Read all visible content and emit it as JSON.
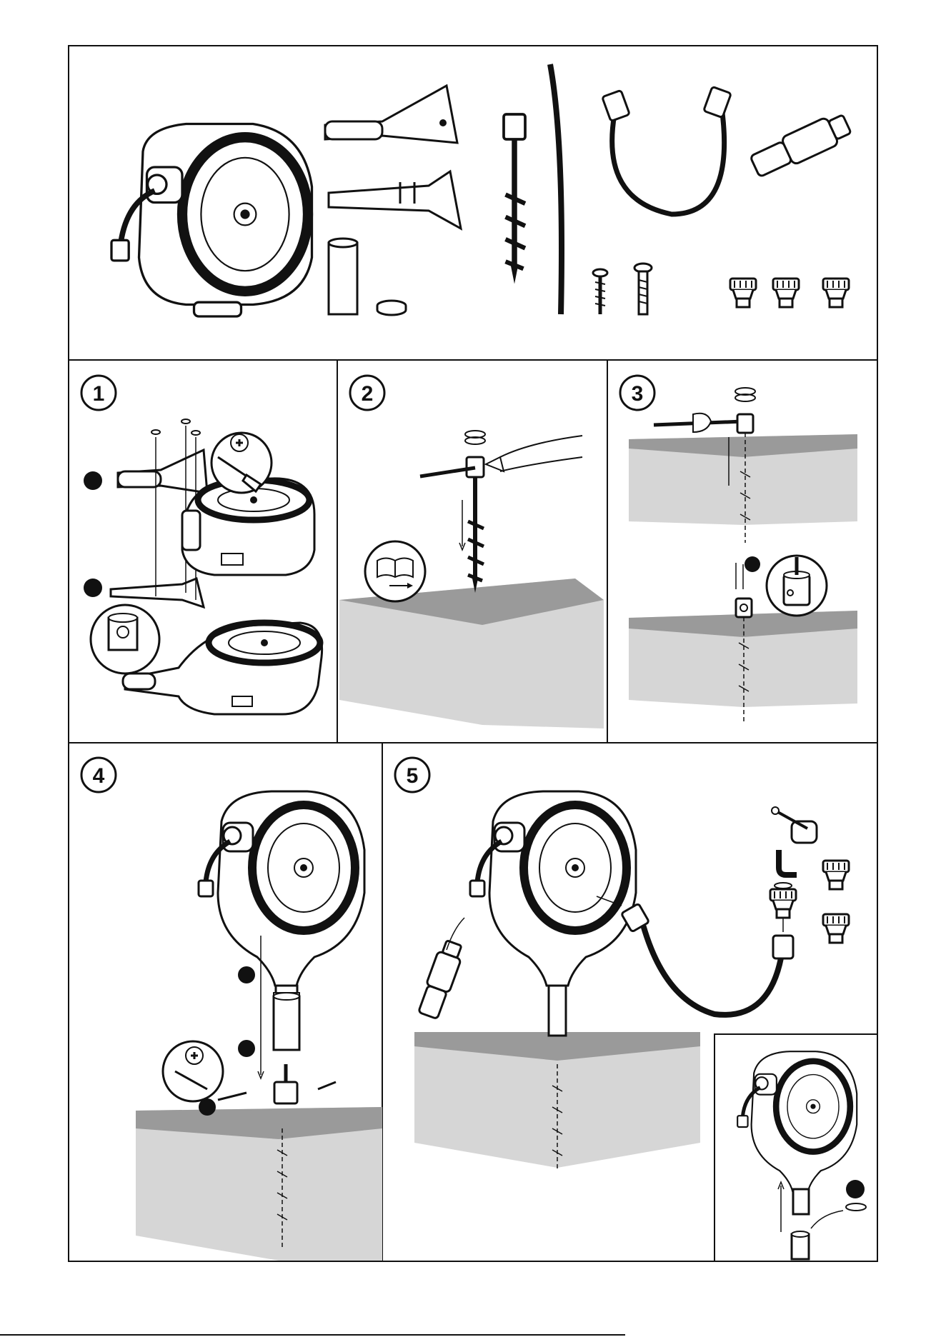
{
  "sheet": {
    "parts_panel": {
      "parts": [
        {
          "icon": "hose-reel-unit-icon"
        },
        {
          "icon": "handle-bracket-front-icon"
        },
        {
          "icon": "handle-bracket-back-icon"
        },
        {
          "icon": "tube-sleeve-icon"
        },
        {
          "icon": "cap-disc-icon"
        },
        {
          "icon": "ground-spike-icon"
        },
        {
          "icon": "tommy-bar-icon"
        },
        {
          "icon": "connecting-hose-icon"
        },
        {
          "icon": "spray-nozzle-icon"
        },
        {
          "icon": "wood-screw-icon"
        },
        {
          "icon": "machine-screw-icon"
        },
        {
          "icon": "tap-adapter-icon"
        }
      ]
    },
    "steps": [
      {
        "number": "1",
        "caption_icon": "mount-bracket-illustration"
      },
      {
        "number": "2",
        "caption_icon": "insert-spike-illustration"
      },
      {
        "number": "3",
        "caption_icon": "screw-spike-illustration"
      },
      {
        "number": "4",
        "caption_icon": "attach-reel-illustration"
      },
      {
        "number": "5",
        "caption_icon": "connect-hose-illustration"
      }
    ],
    "colors": {
      "line": "#111111",
      "grass": "#9a9a9a",
      "soil": "#d6d6d6",
      "paper": "#ffffff"
    }
  }
}
